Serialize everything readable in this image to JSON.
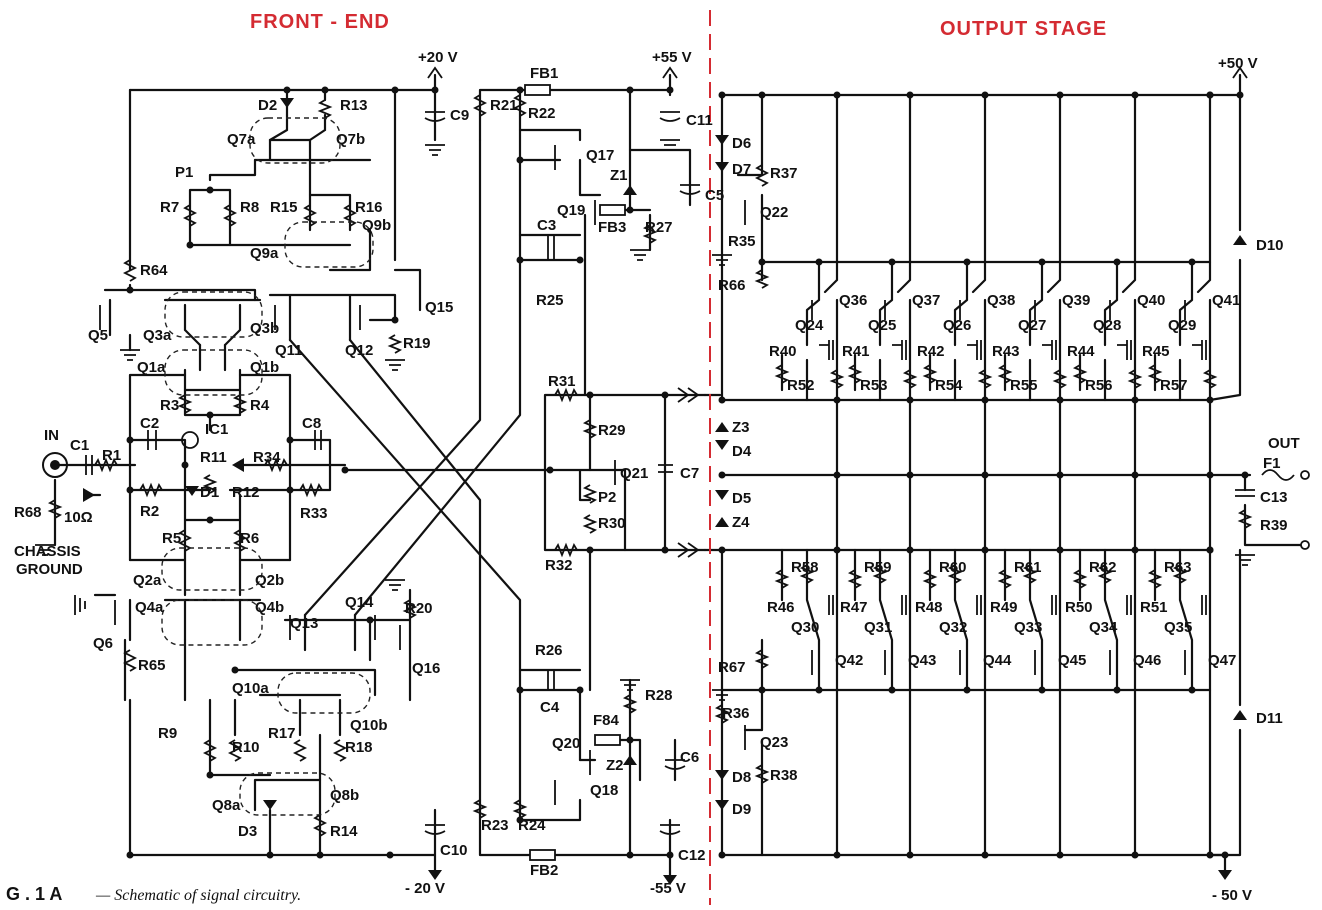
{
  "sections": {
    "front_end": "FRONT - END",
    "output_stage": "OUTPUT STAGE"
  },
  "caption": {
    "fig": "G . 1 A",
    "text": "— Schematic of signal circuitry."
  },
  "rails": {
    "p20": "+20 V",
    "m20": "- 20 V",
    "p55": "+55 V",
    "m55": "-55 V",
    "p50": "+50 V",
    "m50": "- 50 V"
  },
  "io": {
    "in": "IN",
    "out": "OUT",
    "chassis1": "CHASSIS",
    "chassis2": "GROUND",
    "ten_ohm": "10Ω"
  },
  "front": {
    "D2": "D2",
    "R13": "R13",
    "Q7a": "Q7a",
    "Q7b": "Q7b",
    "P1": "P1",
    "R7": "R7",
    "R8": "R8",
    "R15": "R15",
    "R16": "R16",
    "Q9a": "Q9a",
    "Q9b": "Q9b",
    "R64": "R64",
    "Q5": "Q5",
    "Q3a": "Q3a",
    "Q3b": "Q3b",
    "Q1a": "Q1a",
    "Q1b": "Q1b",
    "R3": "R3",
    "R4": "R4",
    "C2": "C2",
    "IC1": "IC1",
    "R11": "R11",
    "C8": "C8",
    "R34": "R34",
    "C1": "C1",
    "R1": "R1",
    "R2": "R2",
    "D1": "D1",
    "R12": "R12",
    "R33": "R33",
    "R68": "R68",
    "R5": "R5",
    "R6": "R6",
    "Q2a": "Q2a",
    "Q2b": "Q2b",
    "Q4a": "Q4a",
    "Q4b": "Q4b",
    "Q6": "Q6",
    "R65": "R65",
    "Q11": "Q11",
    "Q12": "Q12",
    "R19": "R19",
    "Q15": "Q15",
    "Q13": "Q13",
    "Q14": "Q14",
    "R20": "R20",
    "Q16": "Q16",
    "Q10a": "Q10a",
    "Q10b": "Q10b",
    "R9": "R9",
    "R10": "R10",
    "R17": "R17",
    "R18": "R18",
    "Q8a": "Q8a",
    "Q8b": "Q8b",
    "D3": "D3",
    "R14": "R14",
    "C9": "C9",
    "C10": "C10"
  },
  "driver": {
    "FB1": "FB1",
    "R21": "R21",
    "R22": "R22",
    "C11": "C11",
    "Q17": "Q17",
    "Z1": "Z1",
    "C5": "C5",
    "Q19": "Q19",
    "FB3": "FB3",
    "R27": "R27",
    "C3": "C3",
    "R25": "R25",
    "R31": "R31",
    "R29": "R29",
    "Q21": "Q21",
    "P2": "P2",
    "R30": "R30",
    "C7": "C7",
    "R32": "R32",
    "R26": "R26",
    "C4": "C4",
    "R28": "R28",
    "F84": "F84",
    "C6": "C6",
    "Q20": "Q20",
    "Z2": "Z2",
    "Q18": "Q18",
    "R23": "R23",
    "R24": "R24",
    "FB2": "FB2",
    "C12": "C12"
  },
  "output": {
    "D6": "D6",
    "D7": "D7",
    "R37": "R37",
    "Q22": "Q22",
    "R35": "R35",
    "R66": "R66",
    "upper_q": [
      "Q36",
      "Q37",
      "Q38",
      "Q39",
      "Q40",
      "Q41"
    ],
    "upper_p": [
      "Q24",
      "Q25",
      "Q26",
      "Q27",
      "Q28",
      "Q29"
    ],
    "upper_rl": [
      "R40",
      "R41",
      "R42",
      "R43",
      "R44",
      "R45"
    ],
    "upper_re": [
      "R52",
      "R53",
      "R54",
      "R55",
      "R56",
      "R57"
    ],
    "lower_rl": [
      "R58",
      "R59",
      "R60",
      "R61",
      "R62",
      "R63"
    ],
    "lower_rb": [
      "R46",
      "R47",
      "R48",
      "R49",
      "R50",
      "R51"
    ],
    "lower_p": [
      "Q30",
      "Q31",
      "Q32",
      "Q33",
      "Q34",
      "Q35"
    ],
    "lower_q": [
      "Q42",
      "Q43",
      "Q44",
      "Q45",
      "Q46",
      "Q47"
    ],
    "Z3": "Z3",
    "D4": "D4",
    "D5": "D5",
    "Z4": "Z4",
    "R67": "R67",
    "R36": "R36",
    "Q23": "Q23",
    "R38": "R38",
    "D8": "D8",
    "D9": "D9",
    "D10": "D10",
    "D11": "D11",
    "F1": "F1",
    "C13": "C13",
    "R39": "R39"
  }
}
